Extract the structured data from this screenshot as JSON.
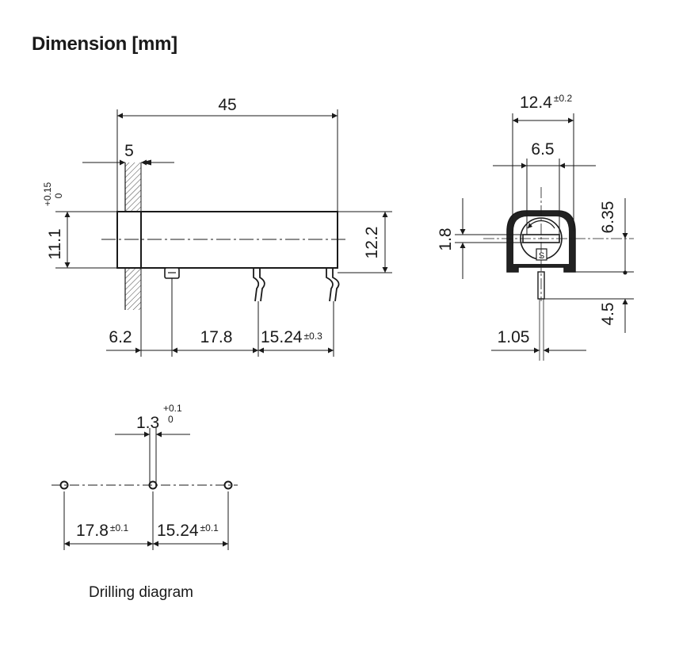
{
  "heading": "Dimension [mm]",
  "side_view": {
    "overall_length": "45",
    "flange": "5",
    "height": {
      "value": "11.1",
      "tol_plus": "+0.15",
      "tol_minus": "0"
    },
    "body_height": "12.2",
    "offset_left": "6.2",
    "pin_pitch_1": "17.8",
    "pin_pitch_2": {
      "value": "15.24",
      "tol": "±0.3"
    }
  },
  "end_view": {
    "width": {
      "value": "12.4",
      "tol": "±0.2"
    },
    "inner_width": "6.5",
    "slot": "1.8",
    "center_height": "6.35",
    "pin_length": "4.5",
    "pin_width": "1.05",
    "marking": "S"
  },
  "drilling": {
    "hole_dia": {
      "value": "1.3",
      "tol_plus": "+0.1",
      "tol_minus": "0"
    },
    "pitch_1": {
      "value": "17.8",
      "tol": "±0.1"
    },
    "pitch_2": {
      "value": "15.24",
      "tol": "±0.1"
    },
    "caption": "Drilling diagram"
  }
}
